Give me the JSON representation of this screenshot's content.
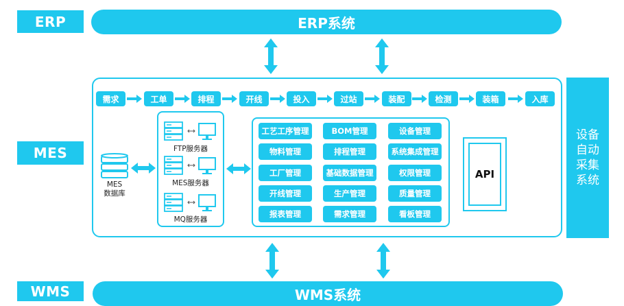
{
  "erp": {
    "label": "ERP",
    "banner": "ERP系统"
  },
  "mes": {
    "label": "MES"
  },
  "wms": {
    "label": "WMS",
    "banner": "WMS系统"
  },
  "process_steps": [
    "需求",
    "工单",
    "排程",
    "开线",
    "投入",
    "过站",
    "装配",
    "检测",
    "装箱",
    "入库"
  ],
  "database": {
    "label_line1": "MES",
    "label_line2": "数据库"
  },
  "servers": [
    "FTP服务器",
    "MES服务器",
    "MQ服务器"
  ],
  "modules": [
    [
      "工艺工序管理",
      "BOM管理",
      "设备管理"
    ],
    [
      "物料管理",
      "排程管理",
      "系统集成管理"
    ],
    [
      "工厂管理",
      "基础数据管理",
      "权限管理"
    ],
    [
      "开线管理",
      "生产管理",
      "质量管理"
    ],
    [
      "报表管理",
      "需求管理",
      "看板管理"
    ]
  ],
  "api": {
    "label": "API"
  },
  "equipment": {
    "lines": [
      "设备",
      "自动",
      "采集",
      "系统"
    ]
  },
  "colors": {
    "accent": "#1fc8ee",
    "dark_accent": "#14a9d4"
  }
}
